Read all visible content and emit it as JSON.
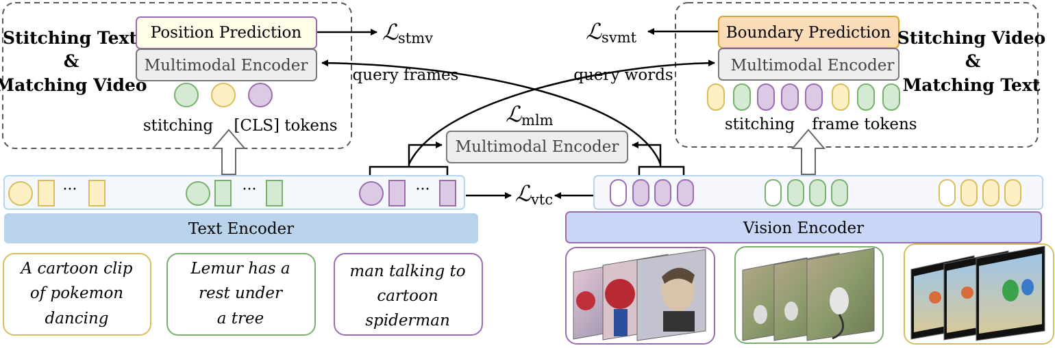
{
  "left_panel": {
    "title_lines": [
      "Stitching Text",
      "&",
      "Matching Video"
    ],
    "head_label": "Position Prediction",
    "encoder_label": "Multimodal Encoder",
    "loss_main": "ℒ",
    "loss_sub": "stmv",
    "token_label_a": "stitching",
    "token_label_b": "[CLS] tokens"
  },
  "right_panel": {
    "title_lines": [
      "Stitching Video",
      "&",
      "Matching Text"
    ],
    "head_label": "Boundary Prediction",
    "encoder_label": "Multimodal Encoder",
    "loss_main": "ℒ",
    "loss_sub": "svmt",
    "token_label_a": "stitching",
    "token_label_b": "frame tokens"
  },
  "center": {
    "query_frames": "query frames",
    "query_words": "query words",
    "mlm_main": "ℒ",
    "mlm_sub": "mlm",
    "encoder_label": "Multimodal Encoder",
    "vtc_main": "ℒ",
    "vtc_sub": "vtc"
  },
  "text_encoder": {
    "label": "Text Encoder",
    "ellipsis": "···"
  },
  "vision_encoder": {
    "label": "Vision Encoder"
  },
  "captions": [
    {
      "lines": [
        "A cartoon clip",
        "of pokemon",
        "dancing"
      ]
    },
    {
      "lines": [
        "Lemur has a",
        "rest under",
        "a tree"
      ]
    },
    {
      "lines": [
        "man talking to",
        "cartoon",
        "spiderman"
      ]
    }
  ],
  "colors": {
    "yellow_fill": "#fdf0c4",
    "yellow_stroke": "#d8bd5a",
    "green_fill": "#d5ead2",
    "green_stroke": "#76b06c",
    "purple_fill": "#dcc9e3",
    "purple_stroke": "#9b6bb0",
    "text_encoder_fill": "#b9d4ea",
    "vision_encoder_fill": "#c9d6f5",
    "encoder_box_fill": "#eeeeee",
    "position_fill": "#fffde8",
    "boundary_fill": "#fbdcb8"
  }
}
